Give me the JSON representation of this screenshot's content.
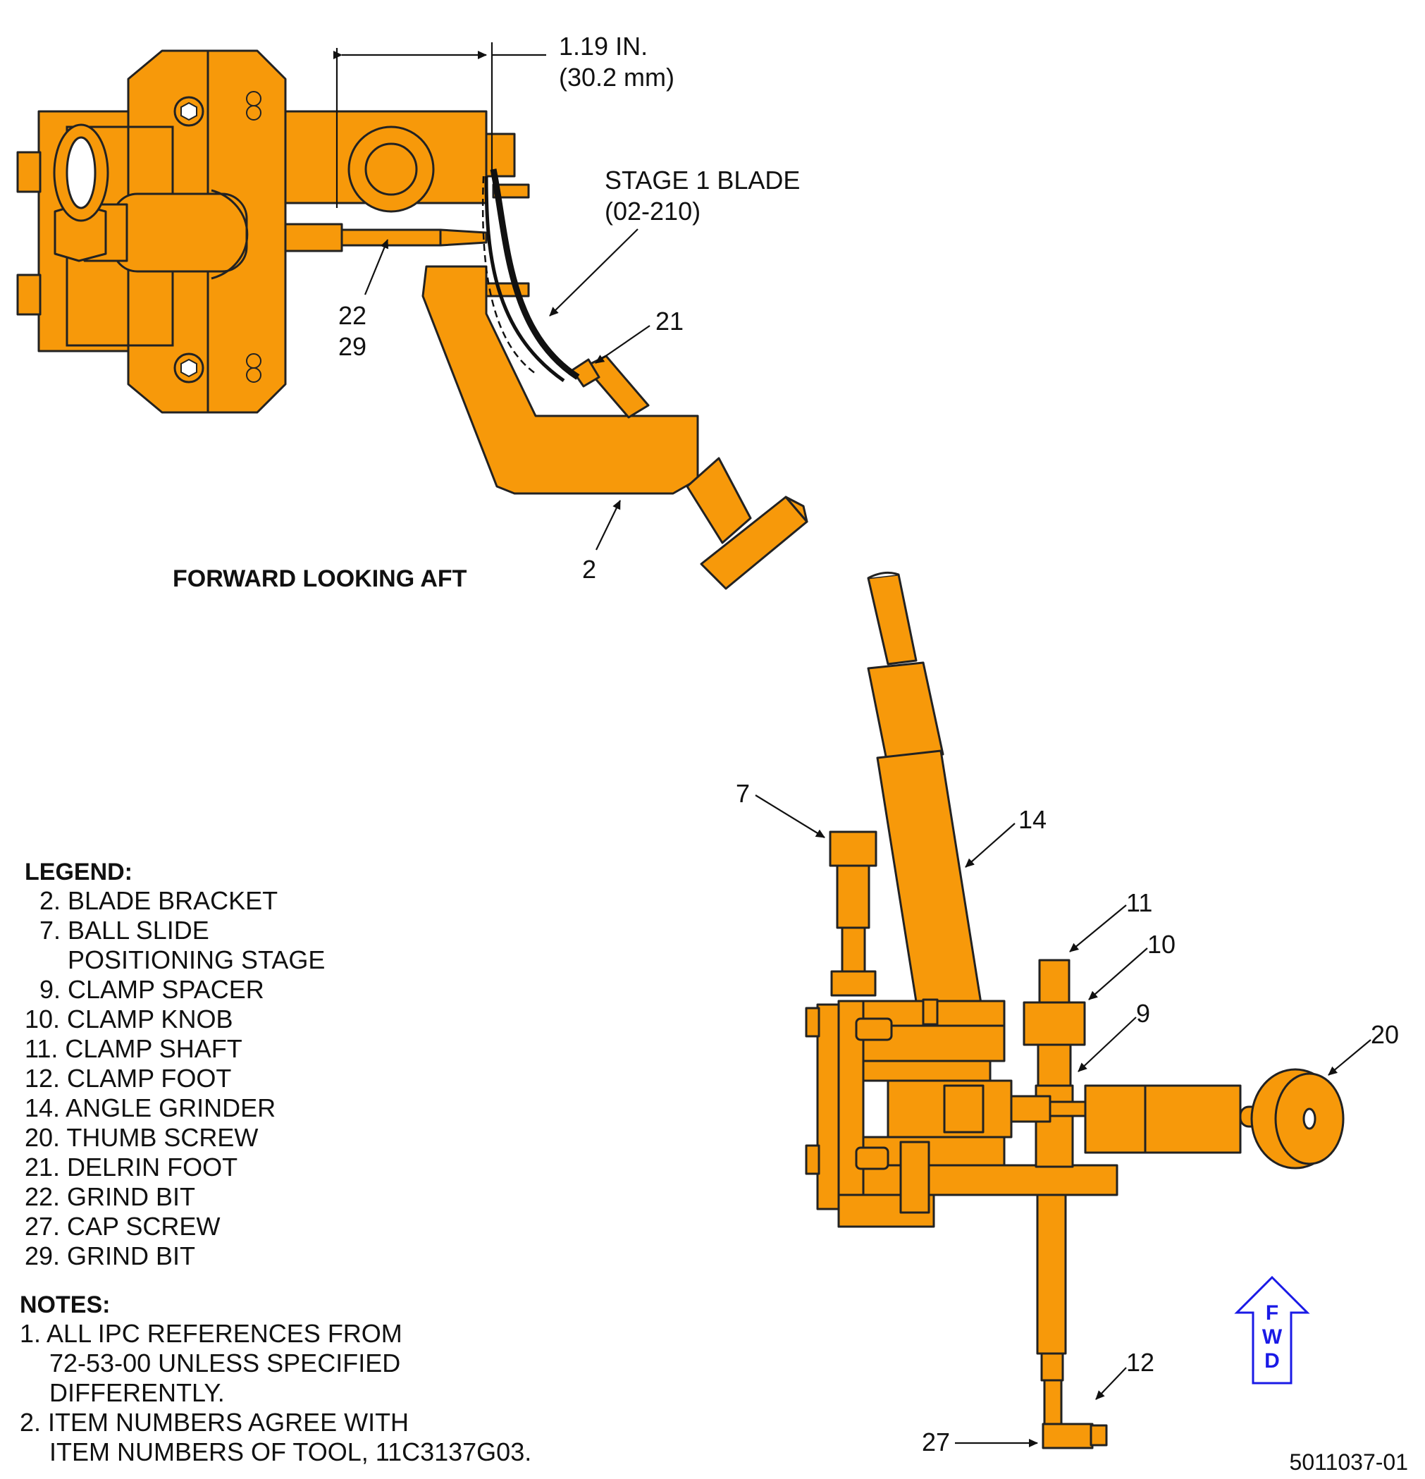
{
  "views": {
    "top_caption": "FORWARD LOOKING AFT"
  },
  "dimension": {
    "line1": "1.19 IN.",
    "line2": "(30.2 mm)"
  },
  "blade_label": {
    "line1": "STAGE 1 BLADE",
    "line2": "(02-210)"
  },
  "callouts": {
    "c2": "2",
    "c7": "7",
    "c9": "9",
    "c10": "10",
    "c11": "11",
    "c12": "12",
    "c14": "14",
    "c20": "20",
    "c21": "21",
    "c22": "22",
    "c27": "27",
    "c29": "29"
  },
  "legend": {
    "title": "LEGEND:",
    "items": [
      "2. BLADE BRACKET",
      "7. BALL SLIDE",
      "POSITIONING STAGE",
      "9. CLAMP SPACER",
      "10. CLAMP KNOB",
      "11. CLAMP SHAFT",
      "12. CLAMP FOOT",
      "14. ANGLE GRINDER",
      "20. THUMB SCREW",
      "21. DELRIN FOOT",
      "22. GRIND BIT",
      "27. CAP SCREW",
      "29. GRIND BIT"
    ]
  },
  "notes": {
    "title": "NOTES:",
    "lines": [
      "1. ALL IPC REFERENCES FROM",
      "72-53-00 UNLESS SPECIFIED",
      "DIFFERENTLY.",
      "2. ITEM NUMBERS AGREE WITH",
      "ITEM NUMBERS OF TOOL, 11C3137G03."
    ]
  },
  "fwd_arrow": {
    "letters": [
      "F",
      "W",
      "D"
    ]
  },
  "figure_id": "5011037-01",
  "colors": {
    "part_fill": "#f7990a",
    "outline": "#222222",
    "fwd_arrow": "#1a1ae6"
  }
}
